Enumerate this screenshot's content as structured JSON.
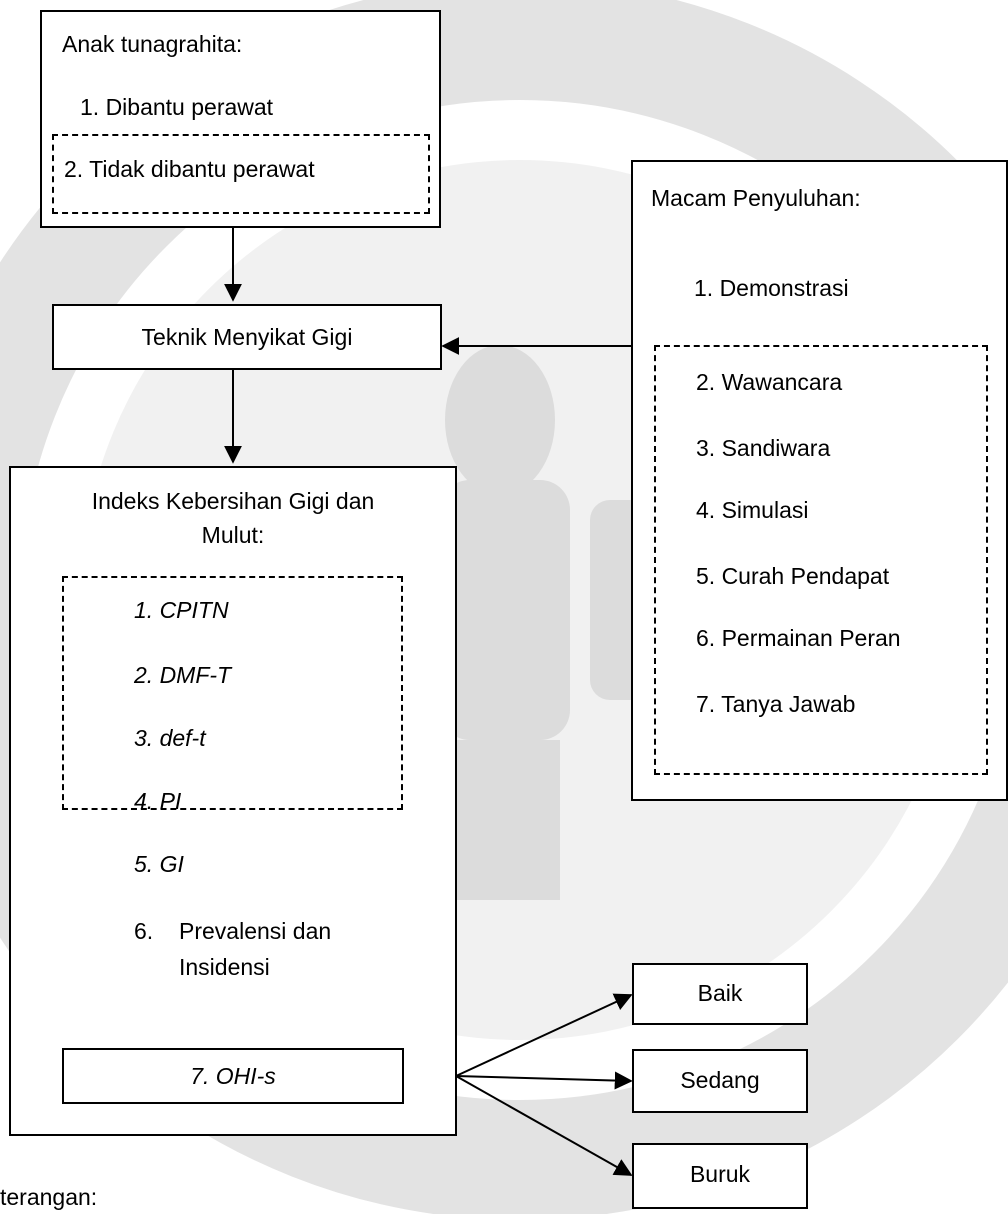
{
  "box_anak": {
    "title": "Anak tunagrahita:",
    "item1": "1.  Dibantu perawat",
    "item2": "2.   Tidak dibantu perawat"
  },
  "box_teknik": {
    "label": "Teknik Menyikat Gigi"
  },
  "box_penyuluhan": {
    "title": "Macam Penyuluhan:",
    "items": [
      "1.  Demonstrasi",
      "2. Wawancara",
      "3. Sandiwara",
      "4. Simulasi",
      "5. Curah Pendapat",
      "6. Permainan Peran",
      "7. Tanya Jawab"
    ]
  },
  "box_indeks": {
    "title_line1": "Indeks Kebersihan Gigi dan",
    "title_line2": "Mulut:",
    "items": [
      "1.   CPITN",
      "2.   DMF-T",
      "3.   def-t",
      "4.   PI",
      "5.   GI"
    ],
    "item6_num": "6.",
    "item6_line1": "Prevalensi dan",
    "item6_line2": "Insidensi",
    "item7": "7. OHI-s"
  },
  "results": {
    "baik": "Baik",
    "sedang": "Sedang",
    "buruk": "Buruk"
  },
  "footer": {
    "keterangan": "terangan:"
  },
  "colors": {
    "watermark": "#d8d8d8",
    "line": "#000000"
  }
}
